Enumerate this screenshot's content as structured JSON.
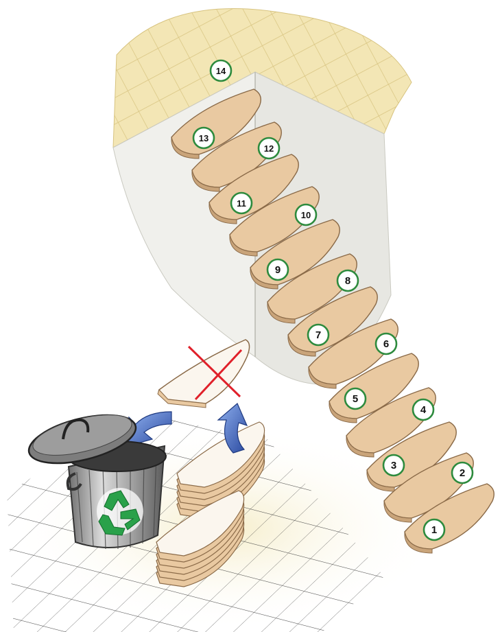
{
  "steps": [
    {
      "label": "1"
    },
    {
      "label": "2"
    },
    {
      "label": "3"
    },
    {
      "label": "4"
    },
    {
      "label": "5"
    },
    {
      "label": "6"
    },
    {
      "label": "7"
    },
    {
      "label": "8"
    },
    {
      "label": "9"
    },
    {
      "label": "10"
    },
    {
      "label": "11"
    },
    {
      "label": "12"
    },
    {
      "label": "13"
    },
    {
      "label": "14"
    }
  ],
  "colors": {
    "tread": "#e9c9a1",
    "tread_edge": "#8a6a48",
    "floor_tile": "#f3e6b5",
    "badge_ring": "#2e8b3e",
    "wall": "#f1f1ee",
    "cross": "#e0202a",
    "arrow": "#3f62b8",
    "recycle": "#2aa14a"
  },
  "icons": [
    "recycle-icon",
    "trash-can-icon",
    "curved-arrow-icon",
    "cross-out-icon"
  ]
}
